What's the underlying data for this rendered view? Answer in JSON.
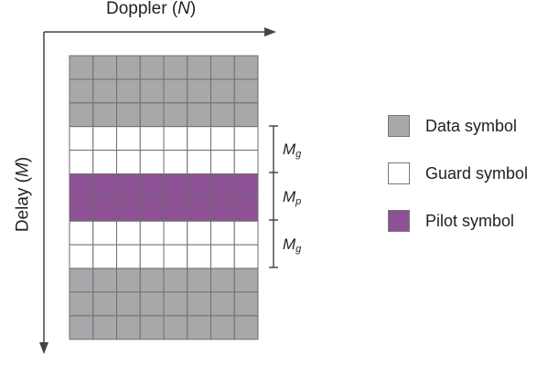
{
  "axes": {
    "doppler": {
      "text": "Doppler (",
      "var": "N",
      "close": ")"
    },
    "delay": {
      "text": "Delay (",
      "var": "M",
      "close": ")"
    }
  },
  "grid": {
    "columns": 8,
    "rows": [
      "data",
      "data",
      "data",
      "guard",
      "guard",
      "pilot",
      "pilot",
      "guard",
      "guard",
      "data",
      "data",
      "data"
    ]
  },
  "brackets": [
    {
      "main": "M",
      "sub": "g"
    },
    {
      "main": "M",
      "sub": "p"
    },
    {
      "main": "M",
      "sub": "g"
    }
  ],
  "legend": [
    {
      "label": "Data symbol",
      "type": "data"
    },
    {
      "label": "Guard symbol",
      "type": "guard"
    },
    {
      "label": "Pilot symbol",
      "type": "pilot"
    }
  ],
  "colors": {
    "data": "#a7a8aa",
    "guard": "#ffffff",
    "pilot": "#8e5196",
    "grid_line": "#6e6e6e",
    "axis": "#444444"
  }
}
